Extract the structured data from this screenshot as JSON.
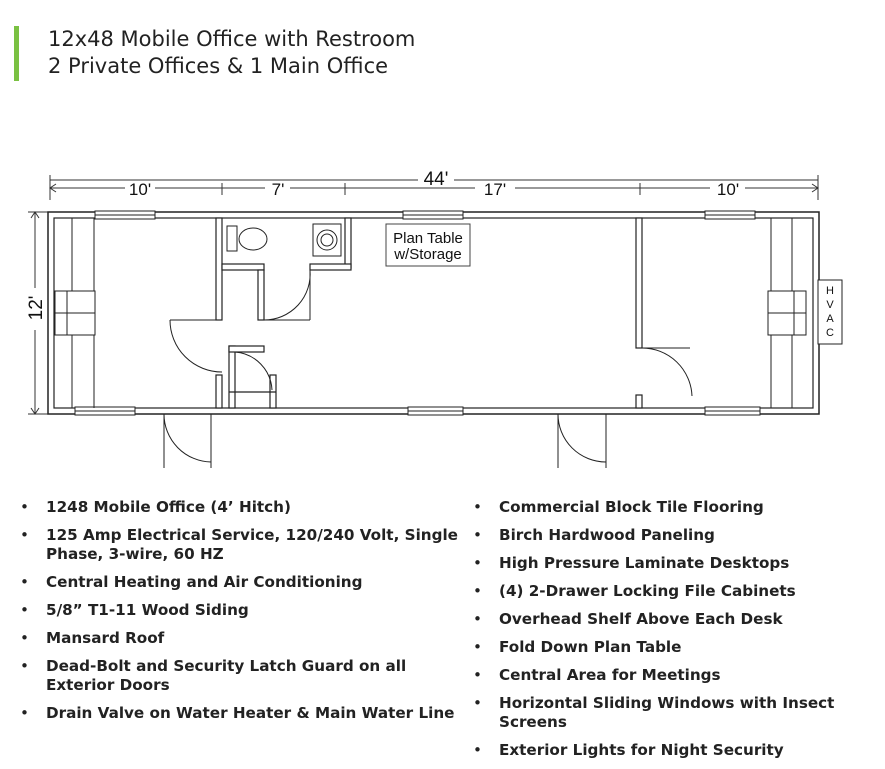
{
  "header": {
    "title_line1": "12x48 Mobile Office with Restroom",
    "title_line2": "2 Private Offices & 1 Main Office",
    "accent_color": "#7ac142"
  },
  "floorplan": {
    "overall_dimension": "44'",
    "segment_dimensions": [
      "10'",
      "7'",
      "17'",
      "10'"
    ],
    "width_dimension": "12'",
    "plan_table_label_line1": "Plan Table",
    "plan_table_label_line2": "w/Storage",
    "hvac_letters": [
      "H",
      "V",
      "A",
      "C"
    ]
  },
  "features_left": [
    "1248 Mobile Office (4’ Hitch)",
    "125 Amp Electrical Service, 120/240 Volt, Single Phase, 3-wire, 60 HZ",
    "Central Heating and Air Conditioning",
    "5/8” T1-11 Wood Siding",
    "Mansard Roof",
    "Dead-Bolt and Security Latch Guard on all Exterior Doors",
    "Drain Valve on Water Heater & Main Water Line"
  ],
  "features_right": [
    "Commercial Block Tile Flooring",
    "Birch Hardwood Paneling",
    "High Pressure Laminate Desktops",
    "(4) 2-Drawer Locking File Cabinets",
    "Overhead Shelf Above Each Desk",
    "Fold Down Plan Table",
    "Central Area for Meetings",
    "Horizontal Sliding Windows with Insect Screens",
    "Exterior Lights for Night Security"
  ],
  "bullet_char": "•"
}
